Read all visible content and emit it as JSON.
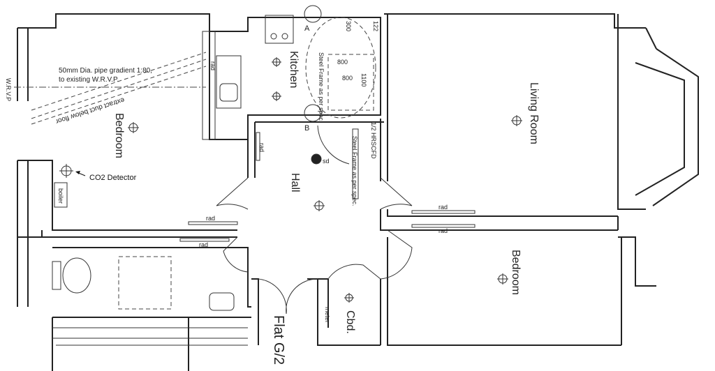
{
  "rooms": {
    "bedroom_left": "Bedroom",
    "kitchen": "Kitchen",
    "hall": "Hall",
    "living_room": "Living Room",
    "bedroom_right": "Bedroom",
    "cupboard": "Cbd.",
    "flat": "Flat G/2"
  },
  "annotations": {
    "pipe_line1": "50mm Dia. pipe gradient 1:80,",
    "pipe_line2": "to existing W.R.V.P.",
    "extract_duct": "extract duct below floor",
    "wrvp": "W.R.V.P",
    "co2": "CO2 Detector",
    "boiler": "boiler",
    "steel_frame_1": "Steel Frame as per spec.",
    "steel_frame_2": "Steel Frame as per spec.",
    "hrscfd": "1/2 HRSCFD",
    "detail_a": "A",
    "detail_b": "B",
    "smoke_detector": "sd",
    "meter": "meter",
    "dims": [
      "300",
      "122",
      "800",
      "800",
      "1100"
    ],
    "rad": [
      "rad",
      "rad",
      "rad",
      "rad",
      "rad",
      "rad"
    ]
  }
}
